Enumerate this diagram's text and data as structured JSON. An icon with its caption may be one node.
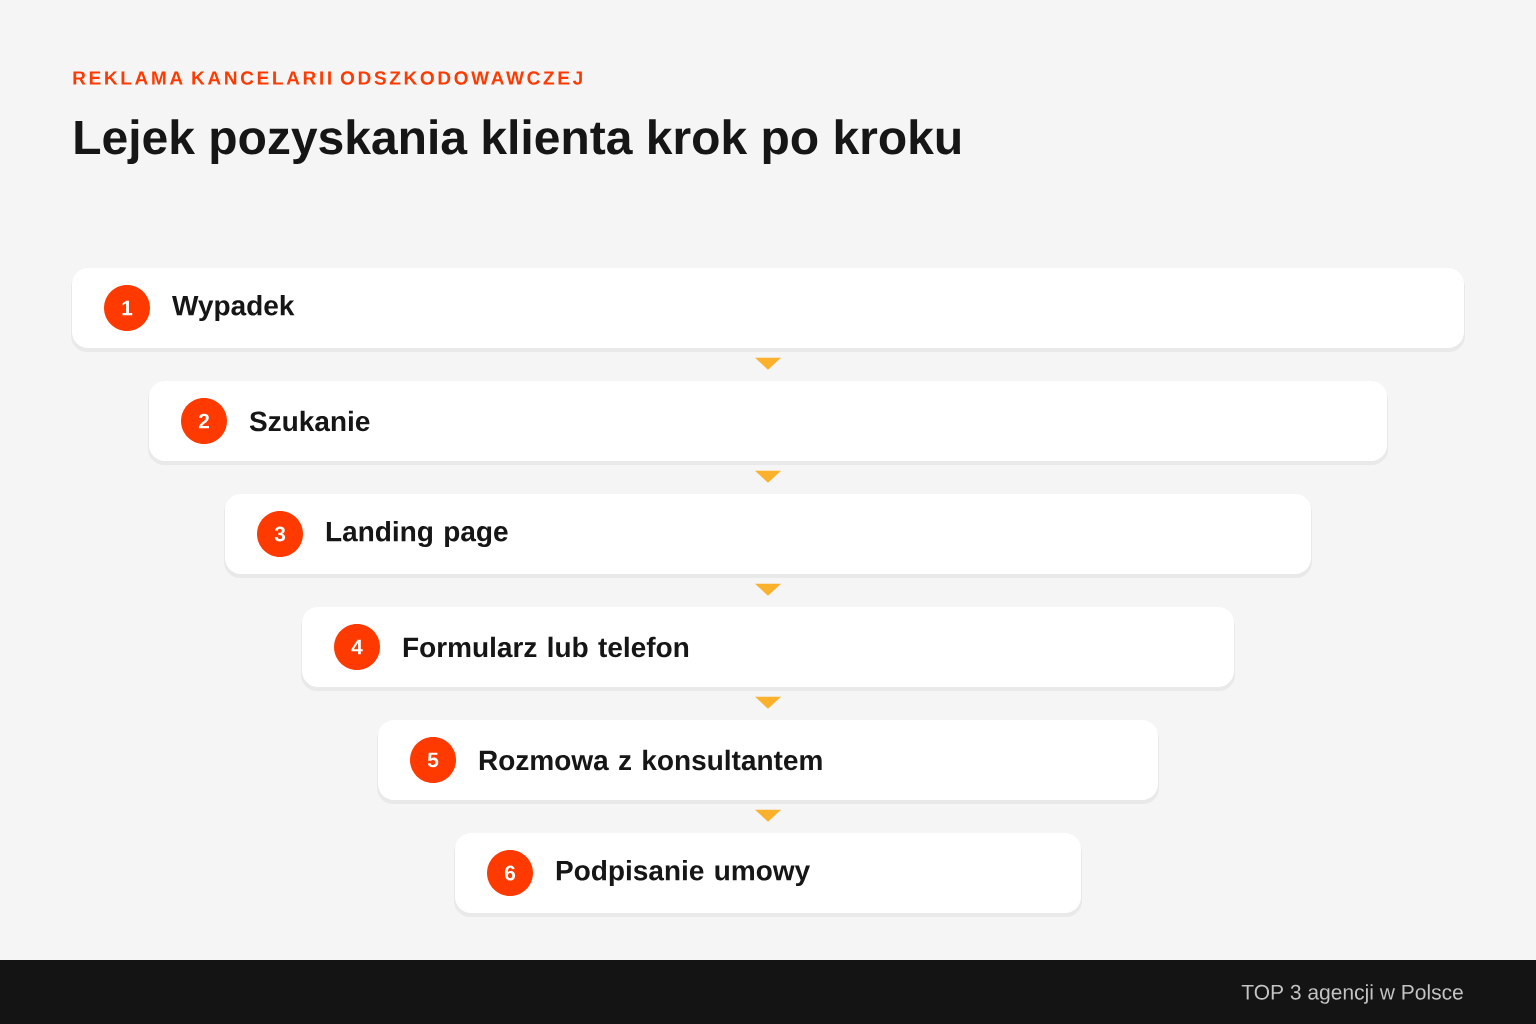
{
  "diagram": {
    "title": "Lejek pozyskania klienta krok po kroku",
    "nodes": [
      {
        "text": [
          "Wypadek"
        ]
      },
      {
        "text": [
          "1"
        ],
        "in": 0
      },
      {
        "text": [
          "Szukanie"
        ]
      },
      {
        "text": [
          "2"
        ],
        "in": 2
      },
      {
        "text": [
          "Landing page"
        ]
      },
      {
        "text": [
          "3"
        ],
        "in": 4
      },
      {
        "text": [
          "Formularz lub telefon"
        ]
      },
      {
        "text": [
          "4"
        ],
        "in": 6
      },
      {
        "text": [
          "Rozmowa z konsultantem"
        ]
      },
      {
        "text": [
          "5"
        ],
        "in": 8
      },
      {
        "text": [
          "Podpisanie umowy"
        ]
      },
      {
        "text": [
          "6"
        ],
        "in": 10
      }
    ],
    "edges": [
      {
        "from": 0,
        "to": 2,
        "arrow": "to"
      },
      {
        "from": 2,
        "to": 4,
        "arrow": "to"
      },
      {
        "from": 4,
        "to": 6,
        "arrow": "to"
      },
      {
        "from": 6,
        "to": 8,
        "arrow": "to"
      },
      {
        "from": 8,
        "to": 10,
        "arrow": "to"
      }
    ],
    "labels": [
      "REKLAMA KANCELARII ODSZKODOWAWCZEJ",
      "TOP 3 agencji w Polsce"
    ]
  }
}
